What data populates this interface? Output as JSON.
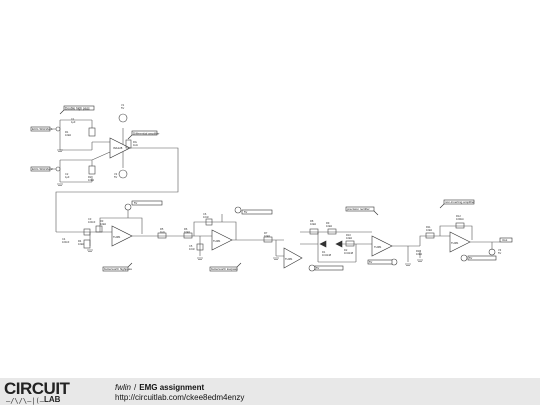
{
  "diagram": {
    "sections": {
      "inputs": "Double high pass",
      "inamp": "Differential amplifier",
      "hpf": "butterworth highpass",
      "lpf": "butterworth lowpass",
      "notch": "precision rectifier",
      "gain": "non-inverting amplifier"
    },
    "sources": {
      "s1": "ECG SIGNAL 1",
      "s2": "ECG SIGNAL 2"
    },
    "parts": {
      "c1": "C1",
      "c1v": "1µF",
      "r1": "R1",
      "r1v": "10kΩ",
      "c2": "C2",
      "c2v": "1µF",
      "r2": "R2",
      "r2v": "10kΩ",
      "inamp": "INA128",
      "rg": "RG",
      "rgv": "1kΩ",
      "v1": "V1",
      "v1v": "5V",
      "v2": "V2",
      "v2v": "5V",
      "c3": "C3",
      "c3v": "100nF",
      "r3": "R3",
      "r3v": "10kΩ",
      "r4": "R4",
      "r4v": "10kΩ",
      "c4": "C4",
      "c4v": "100nF",
      "oa1": "TL081",
      "oa1b": "5V",
      "r5": "R5",
      "r5v": "1kΩ",
      "r6": "R6",
      "r6v": "10kΩ",
      "c5": "C5",
      "c5v": "10nF",
      "oa2": "TL081",
      "c6": "C6",
      "c6v": "10nF",
      "oa2b": "5V",
      "r7": "R7",
      "r7v": "10kΩ",
      "r8": "R8",
      "r8v": "10kΩ",
      "r9": "R9",
      "r9v": "10kΩ",
      "r10": "R10",
      "r10v": "10kΩ",
      "d1": "D1",
      "d1v": "1N4148",
      "d2": "D2",
      "d2v": "1N4148",
      "oa3": "TL081",
      "oa4": "TL081",
      "oa3b": "5V",
      "oa4b": "5V",
      "r11": "R11",
      "r11v": "10kΩ",
      "r12": "R12",
      "r12v": "100kΩ",
      "r13": "R13",
      "r13v": "10kΩ",
      "oa5": "TL081",
      "oa5b": "5V",
      "out": "Vout",
      "v3": "V3",
      "v3v": "5V"
    }
  },
  "footer": {
    "logo_top": "CIRCUIT",
    "logo_bottom": "LAB",
    "user": "fwlin",
    "separator": "/",
    "title": "EMG assignment",
    "url": "http://circuitlab.com/ckee8edm4enzy"
  }
}
